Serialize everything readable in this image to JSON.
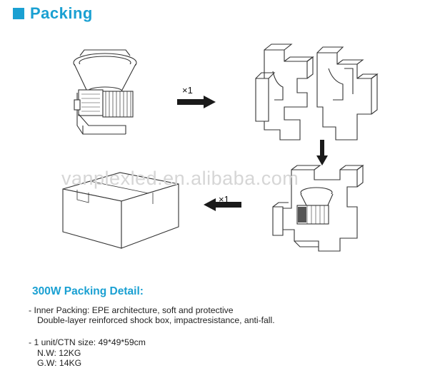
{
  "header": {
    "title": "Packing",
    "accent_color": "#1aa0d2"
  },
  "illustration": {
    "watermark": "vanplexled.en.alibaba.com",
    "multiplier_top": "×1",
    "multiplier_bottom": "×1",
    "icons": [
      "floodlight-fixture-icon",
      "epe-foam-insert-icon",
      "fixture-in-foam-icon",
      "carton-box-icon",
      "arrow-icon"
    ]
  },
  "detail": {
    "title": "300W Packing Detail:",
    "inner_packing_line1": "- Inner Packing: EPE architecture, soft and protective",
    "inner_packing_line2": "Double-layer reinforced shock box, impactresistance, anti-fall.",
    "unit_ctn_size": "- 1 unit/CTN size: 49*49*59cm",
    "net_weight": "N.W: 12KG",
    "gross_weight": "G.W: 14KG"
  }
}
